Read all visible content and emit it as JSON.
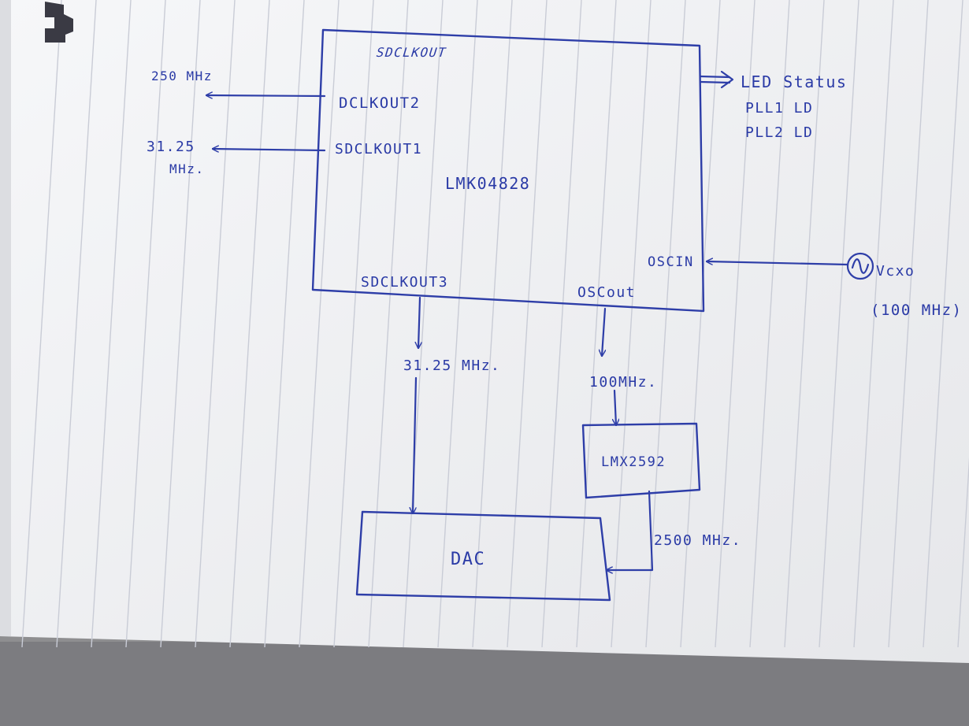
{
  "diagram": {
    "main_chip": {
      "header": "SDCLKOUT",
      "name": "LMK04828",
      "ports": {
        "dclkout2": "DCLKOUT2",
        "sdclkout1": "SDCLKOUT1",
        "sdclkout3": "SDCLKOUT3",
        "oscout": "OSCout",
        "oscin": "OSCIN"
      }
    },
    "led_status": {
      "title": "LED Status",
      "pll1": "PLL1 LD",
      "pll2": "PLL2 LD"
    },
    "outputs": {
      "dclkout2_freq": "250 MHz",
      "sdclkout1_freq_line1": "31.25",
      "sdclkout1_freq_line2": "MHz."
    },
    "vcxo": {
      "name": "Vcxo",
      "freq": "(100 MHz)"
    },
    "sdclkout3_freq": "31.25 MHz.",
    "oscout_freq": "100MHz.",
    "pll_chip": {
      "name": "LMX2592"
    },
    "pll_output_freq": "2500 MHz.",
    "dac": {
      "name": "DAC"
    }
  },
  "colors": {
    "ink": "#2e3ea8",
    "paper": "#f1f2f4",
    "rule_lines": "#c9ccd6",
    "background": "#8e8e90"
  },
  "icons": {
    "vcxo_symbol": "sine-wave-in-circle-icon",
    "logo": "texas-instruments-logo"
  }
}
